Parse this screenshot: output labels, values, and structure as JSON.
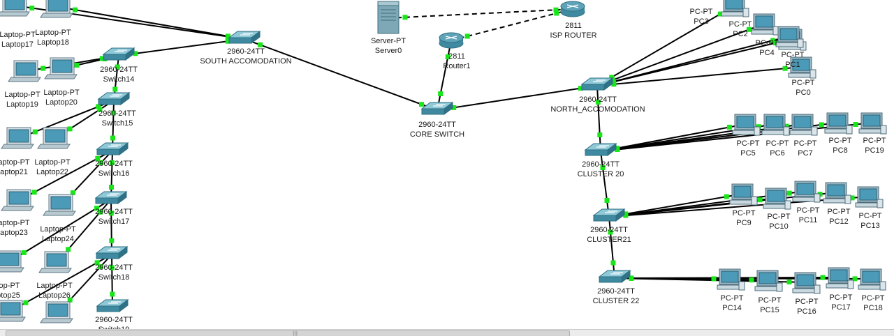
{
  "colors": {
    "link": "#000000",
    "port_up": "#19e619",
    "switch_top": "#8fc9d8",
    "switch_side": "#3f8aa0",
    "router": "#5fa3b8",
    "pc_screen": "#4a9ab8",
    "pc_case": "#9cb8c6",
    "scrollbar": "#d4d4d4"
  },
  "devices": [
    {
      "id": "laptop17",
      "type": "laptop",
      "labels": [
        "Laptop-PT",
        "Laptop17"
      ]
    },
    {
      "id": "laptop18",
      "type": "laptop",
      "labels": [
        "Laptop-PT",
        "Laptop18"
      ]
    },
    {
      "id": "laptop19",
      "type": "laptop",
      "labels": [
        "Laptop-PT",
        "Laptop19"
      ]
    },
    {
      "id": "laptop20",
      "type": "laptop",
      "labels": [
        "Laptop-PT",
        "Laptop20"
      ]
    },
    {
      "id": "laptop21",
      "type": "laptop",
      "labels": [
        "aptop-PT",
        "aptop21"
      ]
    },
    {
      "id": "laptop22",
      "type": "laptop",
      "labels": [
        "Laptop-PT",
        "Laptop22"
      ]
    },
    {
      "id": "laptop23",
      "type": "laptop",
      "labels": [
        "aptop-PT",
        "aptop23"
      ]
    },
    {
      "id": "laptop24",
      "type": "laptop",
      "labels": [
        "Laptop-PT",
        "Laptop24"
      ]
    },
    {
      "id": "laptop25",
      "type": "laptop",
      "labels": [
        "top-PT",
        "ptop25"
      ]
    },
    {
      "id": "laptop26",
      "type": "laptop",
      "labels": [
        "Laptop-PT",
        "Laptop26"
      ]
    },
    {
      "id": "laptop27",
      "type": "laptop",
      "labels": []
    },
    {
      "id": "laptop28",
      "type": "laptop",
      "labels": []
    },
    {
      "id": "south_sw",
      "type": "switch",
      "labels": [
        "2960-24TT",
        "SOUTH ACCOMODATION"
      ]
    },
    {
      "id": "sw14",
      "type": "switch",
      "labels": [
        "2960-24TT",
        "Switch14"
      ]
    },
    {
      "id": "sw15",
      "type": "switch",
      "labels": [
        "2960-24TT",
        "Switch15"
      ]
    },
    {
      "id": "sw16",
      "type": "switch",
      "labels": [
        "2960-24TT",
        "Switch16"
      ]
    },
    {
      "id": "sw17",
      "type": "switch",
      "labels": [
        "2960-24TT",
        "Switch17"
      ]
    },
    {
      "id": "sw18",
      "type": "switch",
      "labels": [
        "2960-24TT",
        "Switch18"
      ]
    },
    {
      "id": "sw19",
      "type": "switch",
      "labels": [
        "2960-24TT",
        "Switch19"
      ]
    },
    {
      "id": "server0",
      "type": "server",
      "labels": [
        "Server-PT",
        "Server0"
      ]
    },
    {
      "id": "router1",
      "type": "router",
      "labels": [
        "2811",
        "Router1"
      ]
    },
    {
      "id": "isp",
      "type": "router",
      "labels": [
        "2811",
        "ISP ROUTER"
      ]
    },
    {
      "id": "core",
      "type": "switch",
      "labels": [
        "2960-24TT",
        "CORE SWITCH"
      ]
    },
    {
      "id": "north",
      "type": "switch",
      "labels": [
        "2960-24TT",
        "NORTH_ACCOMODATION"
      ]
    },
    {
      "id": "pc0",
      "type": "pc",
      "labels": [
        "PC-PT",
        "PC0"
      ]
    },
    {
      "id": "pc1",
      "type": "pc",
      "labels": [
        "PC-PT",
        "PC1"
      ]
    },
    {
      "id": "pc2",
      "type": "pc",
      "labels": [
        "PC-PT",
        "PC2"
      ]
    },
    {
      "id": "pc3",
      "type": "pc",
      "labels": [
        "PC-PT",
        "PC3"
      ]
    },
    {
      "id": "pc4",
      "type": "pc",
      "labels": [
        "PC-PT",
        "PC4"
      ]
    },
    {
      "id": "cl20",
      "type": "switch",
      "labels": [
        "2960-24TT",
        "CLUSTER 20"
      ]
    },
    {
      "id": "pc5",
      "type": "pc",
      "labels": [
        "PC-PT",
        "PC5"
      ]
    },
    {
      "id": "pc6",
      "type": "pc",
      "labels": [
        "PC-PT",
        "PC6"
      ]
    },
    {
      "id": "pc7",
      "type": "pc",
      "labels": [
        "PC-PT",
        "PC7"
      ]
    },
    {
      "id": "pc8",
      "type": "pc",
      "labels": [
        "PC-PT",
        "PC8"
      ]
    },
    {
      "id": "pc19",
      "type": "pc",
      "labels": [
        "PC-PT",
        "PC19"
      ]
    },
    {
      "id": "cl21",
      "type": "switch",
      "labels": [
        "2960-24TT",
        "CLUSTER21"
      ]
    },
    {
      "id": "pc9",
      "type": "pc",
      "labels": [
        "PC-PT",
        "PC9"
      ]
    },
    {
      "id": "pc10",
      "type": "pc",
      "labels": [
        "PC-PT",
        "PC10"
      ]
    },
    {
      "id": "pc11",
      "type": "pc",
      "labels": [
        "PC-PT",
        "PC11"
      ]
    },
    {
      "id": "pc12",
      "type": "pc",
      "labels": [
        "PC-PT",
        "PC12"
      ]
    },
    {
      "id": "pc13",
      "type": "pc",
      "labels": [
        "PC-PT",
        "PC13"
      ]
    },
    {
      "id": "cl22",
      "type": "switch",
      "labels": [
        "2960-24TT",
        "CLUSTER 22"
      ]
    },
    {
      "id": "pc14",
      "type": "pc",
      "labels": [
        "PC-PT",
        "PC14"
      ]
    },
    {
      "id": "pc15",
      "type": "pc",
      "labels": [
        "PC-PT",
        "PC15"
      ]
    },
    {
      "id": "pc16",
      "type": "pc",
      "labels": [
        "PC-PT",
        "PC16"
      ]
    },
    {
      "id": "pc17",
      "type": "pc",
      "labels": [
        "PC-PT",
        "PC17"
      ]
    },
    {
      "id": "pc18",
      "type": "pc",
      "labels": [
        "PC-PT",
        "PC18"
      ]
    }
  ],
  "links": [
    {
      "from": "server0",
      "to": "isp",
      "style": "dashed"
    },
    {
      "from": "router1",
      "to": "isp",
      "style": "dashed"
    },
    {
      "from": "router1",
      "to": "core",
      "style": "solid"
    },
    {
      "from": "core",
      "to": "south_sw",
      "style": "solid"
    },
    {
      "from": "core",
      "to": "north",
      "style": "solid"
    },
    {
      "from": "south_sw",
      "to": "laptop17",
      "style": "solid"
    },
    {
      "from": "south_sw",
      "to": "laptop18",
      "style": "solid"
    },
    {
      "from": "south_sw",
      "to": "sw14",
      "style": "solid"
    },
    {
      "from": "sw14",
      "to": "laptop19",
      "style": "solid"
    },
    {
      "from": "sw14",
      "to": "laptop20",
      "style": "solid"
    },
    {
      "from": "sw14",
      "to": "sw15",
      "style": "solid"
    },
    {
      "from": "sw15",
      "to": "laptop21",
      "style": "solid"
    },
    {
      "from": "sw15",
      "to": "laptop22",
      "style": "solid"
    },
    {
      "from": "sw15",
      "to": "sw16",
      "style": "solid"
    },
    {
      "from": "sw16",
      "to": "laptop23",
      "style": "solid"
    },
    {
      "from": "sw16",
      "to": "laptop24",
      "style": "solid"
    },
    {
      "from": "sw16",
      "to": "sw17",
      "style": "solid"
    },
    {
      "from": "sw17",
      "to": "laptop25",
      "style": "solid"
    },
    {
      "from": "sw17",
      "to": "laptop26",
      "style": "solid"
    },
    {
      "from": "sw17",
      "to": "sw18",
      "style": "solid"
    },
    {
      "from": "sw18",
      "to": "laptop27",
      "style": "solid"
    },
    {
      "from": "sw18",
      "to": "laptop28",
      "style": "solid"
    },
    {
      "from": "sw18",
      "to": "sw19",
      "style": "solid"
    },
    {
      "from": "north",
      "to": "pc0",
      "style": "solid"
    },
    {
      "from": "north",
      "to": "pc1",
      "style": "solid"
    },
    {
      "from": "north",
      "to": "pc2",
      "style": "solid"
    },
    {
      "from": "north",
      "to": "pc3",
      "style": "solid"
    },
    {
      "from": "north",
      "to": "pc4",
      "style": "solid"
    },
    {
      "from": "north",
      "to": "cl20",
      "style": "solid"
    },
    {
      "from": "cl20",
      "to": "pc5",
      "style": "solid"
    },
    {
      "from": "cl20",
      "to": "pc6",
      "style": "solid"
    },
    {
      "from": "cl20",
      "to": "pc7",
      "style": "solid"
    },
    {
      "from": "cl20",
      "to": "pc8",
      "style": "solid"
    },
    {
      "from": "cl20",
      "to": "pc19",
      "style": "solid"
    },
    {
      "from": "cl20",
      "to": "cl21",
      "style": "solid"
    },
    {
      "from": "cl21",
      "to": "pc9",
      "style": "solid"
    },
    {
      "from": "cl21",
      "to": "pc10",
      "style": "solid"
    },
    {
      "from": "cl21",
      "to": "pc11",
      "style": "solid"
    },
    {
      "from": "cl21",
      "to": "pc12",
      "style": "solid"
    },
    {
      "from": "cl21",
      "to": "pc13",
      "style": "solid"
    },
    {
      "from": "cl21",
      "to": "cl22",
      "style": "solid"
    },
    {
      "from": "cl22",
      "to": "pc14",
      "style": "solid"
    },
    {
      "from": "cl22",
      "to": "pc15",
      "style": "solid"
    },
    {
      "from": "cl22",
      "to": "pc16",
      "style": "solid"
    },
    {
      "from": "cl22",
      "to": "pc17",
      "style": "solid"
    },
    {
      "from": "cl22",
      "to": "pc18",
      "style": "solid"
    }
  ],
  "scrollbar": {
    "grip": "|||"
  }
}
